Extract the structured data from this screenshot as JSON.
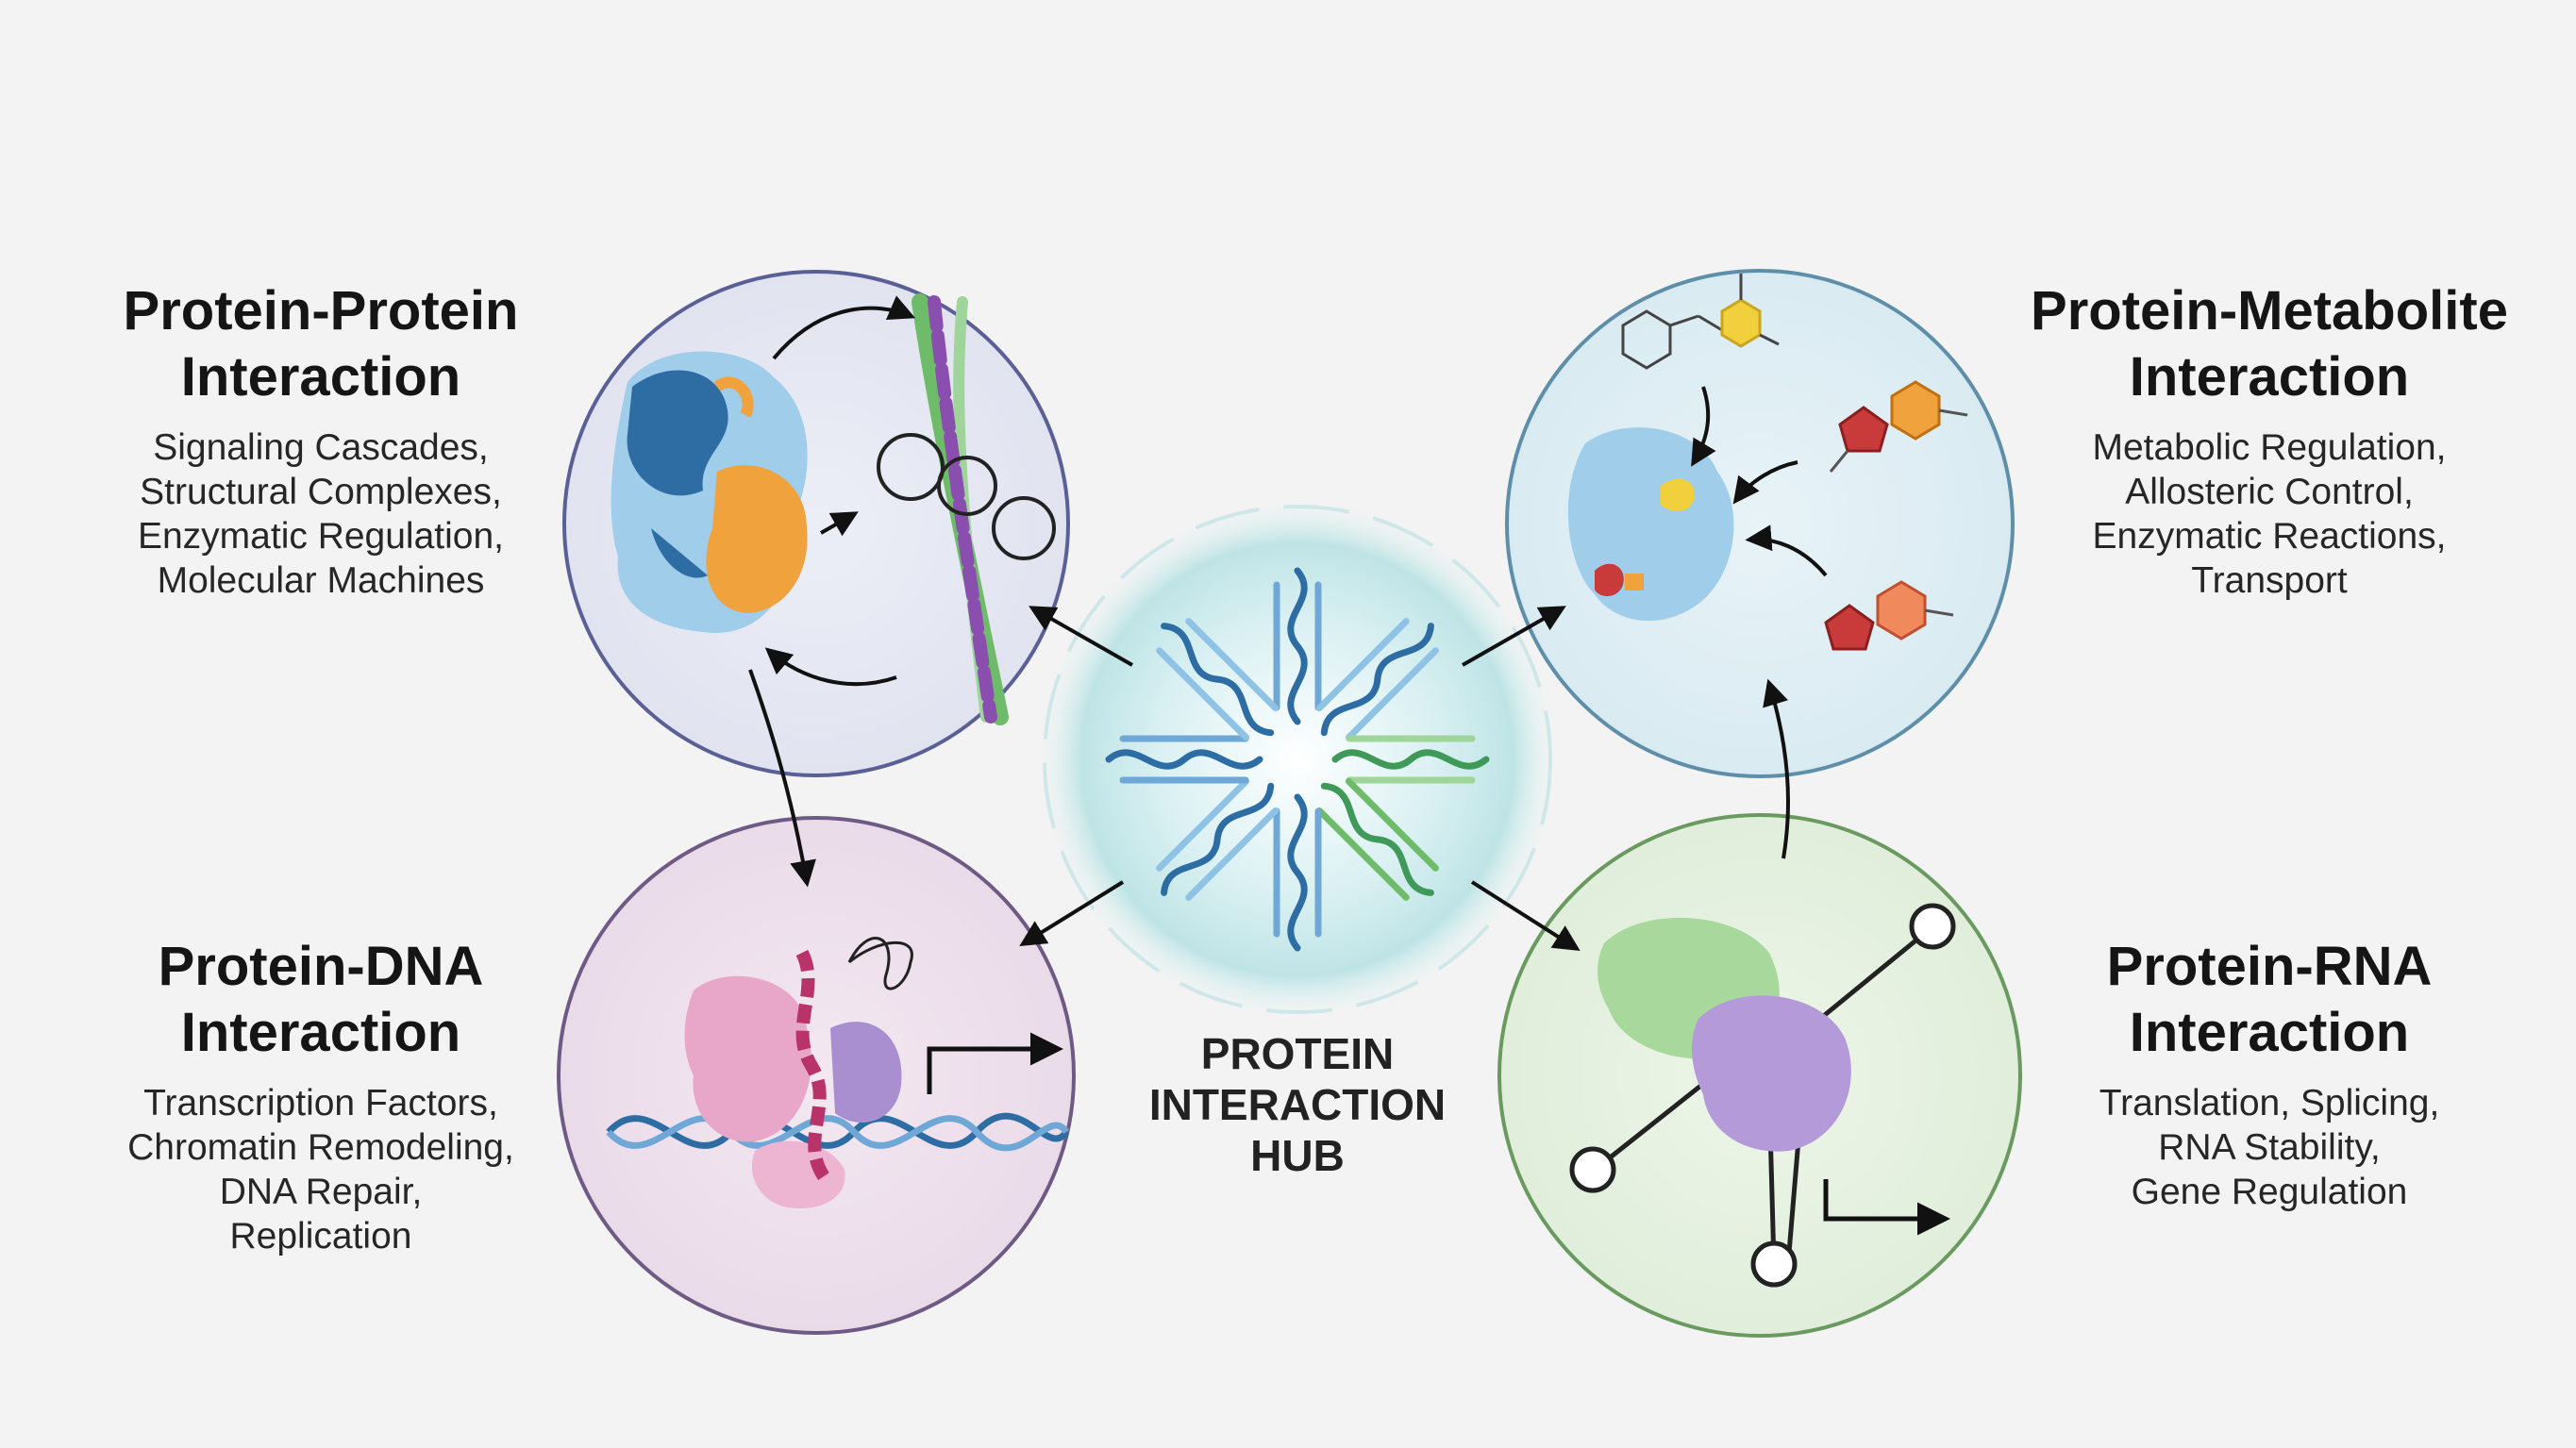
{
  "hub": {
    "label_lines": [
      "PROTEIN",
      "INTERACTION",
      "HUB"
    ]
  },
  "nodes": {
    "protein_protein": {
      "title_lines": [
        "Protein-Protein",
        "Interaction"
      ],
      "items": [
        "Signaling Cascades,",
        "Structural Complexes,",
        "Enzymatic Regulation,",
        "Molecular Machines"
      ],
      "color": "#6a6fa8"
    },
    "protein_metabolite": {
      "title_lines": [
        "Protein-Metabolite",
        "Interaction"
      ],
      "items": [
        "Metabolic Regulation,",
        "Allosteric Control,",
        "Enzymatic Reactions,",
        "Transport"
      ],
      "color": "#6f9fb8"
    },
    "protein_dna": {
      "title_lines": [
        "Protein-DNA",
        "Interaction"
      ],
      "items": [
        "Transcription Factors,",
        "Chromatin Remodeling,",
        "DNA Repair,",
        "Replication"
      ],
      "color": "#7e6b93"
    },
    "protein_rna": {
      "title_lines": [
        "Protein-RNA",
        "Interaction"
      ],
      "items": [
        "Translation, Splicing,",
        "RNA Stability,",
        "Gene Regulation"
      ],
      "color": "#7aa86f"
    }
  },
  "palette": {
    "blue_dark": "#2e6da4",
    "blue_light": "#8ec3e6",
    "orange": "#f0a23c",
    "purple": "#8a4fae",
    "green": "#6ebc6a",
    "pink": "#e8a6c8",
    "magenta": "#b8336a",
    "lavender": "#a98fd0",
    "red": "#c93a3a",
    "yellow": "#f2cf3c"
  }
}
